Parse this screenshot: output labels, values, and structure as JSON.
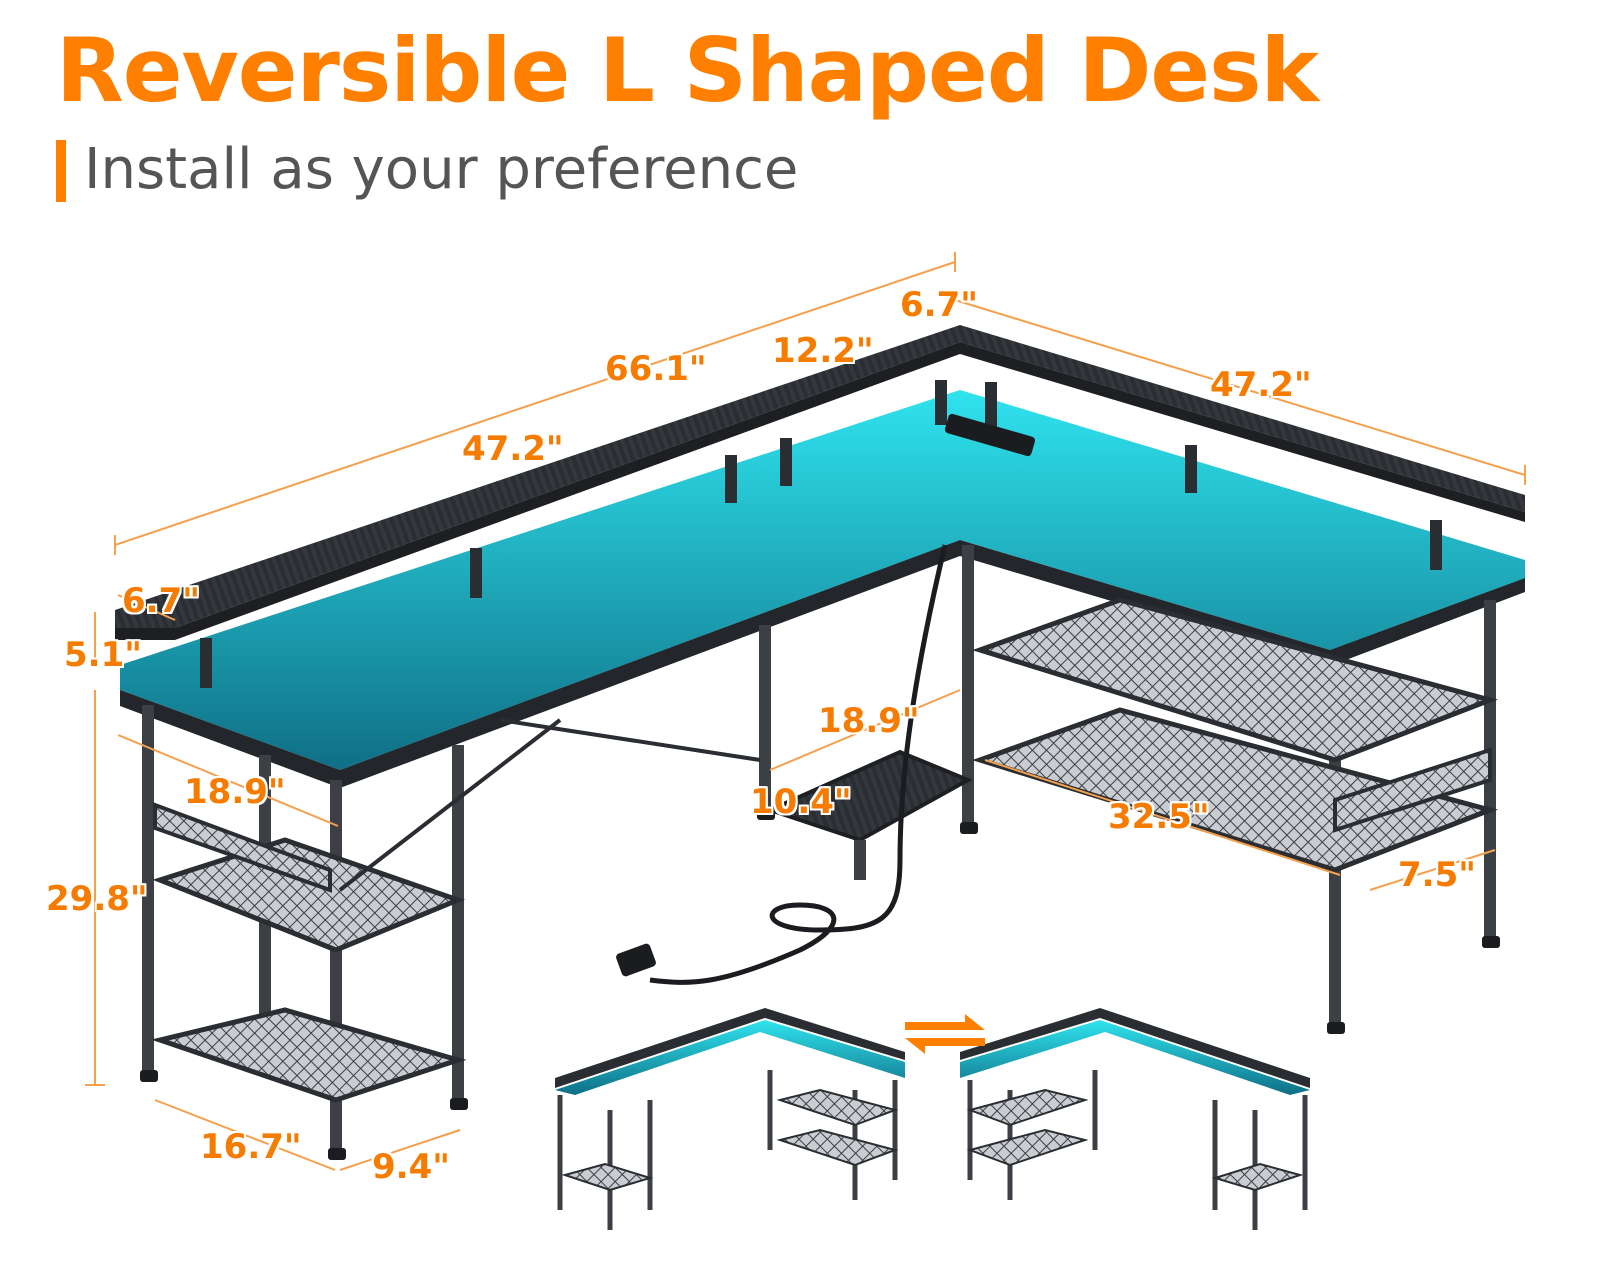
{
  "header": {
    "title": "Reversible L Shaped Desk",
    "subtitle": "Install as your preference"
  },
  "colors": {
    "accent": "#ff7f00",
    "subtitle_text": "#555555",
    "desk_top": "#2a2d31",
    "led_glow": "#1fd4e0",
    "frame": "#3c3f44"
  },
  "dimensions": {
    "total_length": "66.1\"",
    "top_shelf_offset": "12.2\"",
    "corner_depth": "6.7\"",
    "right_length": "47.2\"",
    "left_length": "47.2\"",
    "shelf_depth": "6.7\"",
    "shelf_height": "5.1\"",
    "desk_depth_left": "18.9\"",
    "center_shelf_depth": "18.9\"",
    "center_shelf_width": "10.4\"",
    "right_shelf_width": "32.5\"",
    "right_shelf_depth": "7.5\"",
    "desk_height": "29.8\"",
    "left_storage_width": "16.7\"",
    "left_storage_depth": "9.4\""
  },
  "icons": {
    "swap": "swap-arrows-icon"
  }
}
